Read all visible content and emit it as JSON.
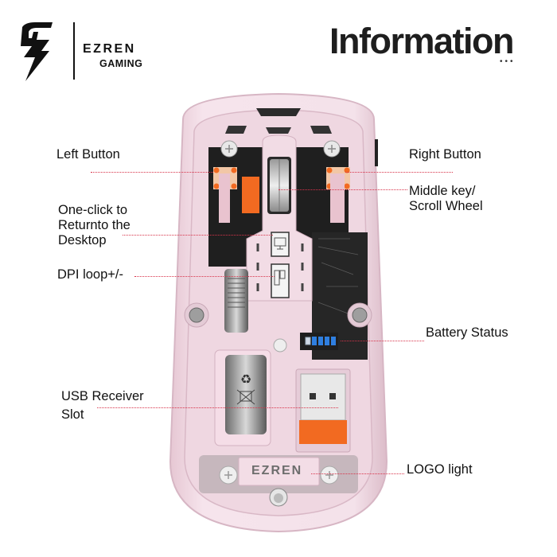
{
  "header": {
    "brand_name": "EZREN",
    "brand_sub": "GAMING",
    "title": "Information",
    "title_dots": "•••"
  },
  "product": {
    "logo_plate_text": "EZREN",
    "battery_level_bars": 4,
    "colors": {
      "shell": "#f1d9e2",
      "accent_orange": "#f26a21",
      "leader_line": "#d8334a",
      "battery_led": "#2f7fe0"
    }
  },
  "callouts": {
    "left_button": "Left Button",
    "one_click_desktop": "One-click to\nReturnto the\nDesktop",
    "dpi_loop": "DPI loop+/-",
    "usb_slot": "USB Receiver\nSlot",
    "right_button": "Right Button",
    "middle_key": "Middle key/\nScroll Wheel",
    "battery_status": "Battery Status",
    "logo_light": "LOGO light"
  }
}
